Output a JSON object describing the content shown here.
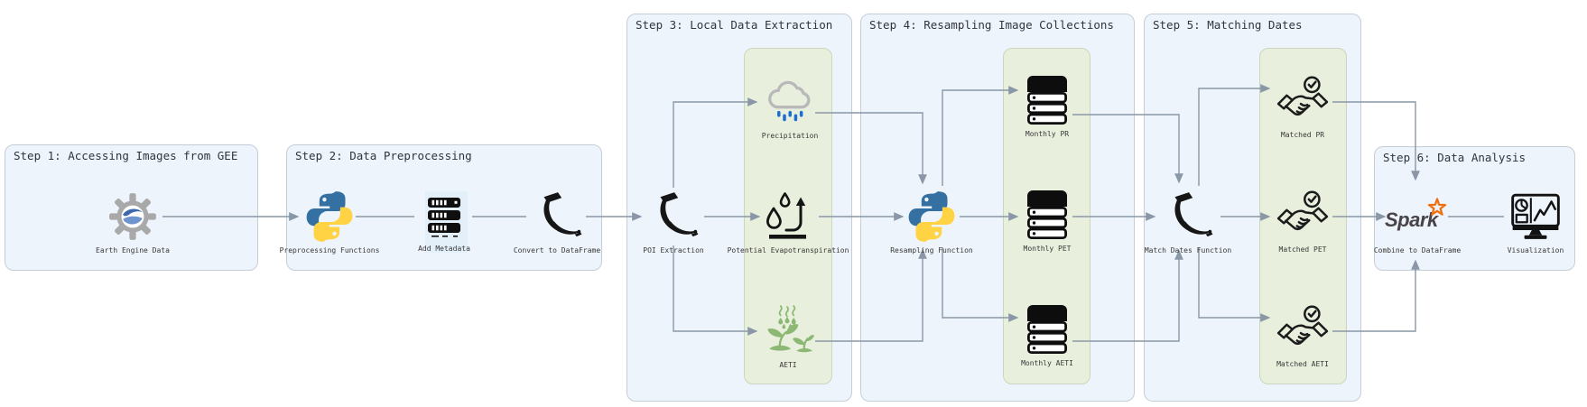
{
  "steps": [
    {
      "id": "step1",
      "title": "Step 1: Accessing Images from GEE"
    },
    {
      "id": "step2",
      "title": "Step 2: Data Preprocessing"
    },
    {
      "id": "step3",
      "title": "Step 3: Local Data Extraction"
    },
    {
      "id": "step4",
      "title": "Step 4: Resampling Image Collections"
    },
    {
      "id": "step5",
      "title": "Step 5: Matching Dates"
    },
    {
      "id": "step6",
      "title": "Step 6: Data Analysis"
    }
  ],
  "nodes": {
    "earth_engine": {
      "label": "Earth Engine Data",
      "icon": "earth-engine-gear-icon"
    },
    "preprocessing": {
      "label": "Preprocessing Functions",
      "icon": "python-icon"
    },
    "add_metadata": {
      "label": "Add Metadata",
      "icon": "metadata-server-icon"
    },
    "convert_dataframe": {
      "label": "Convert to DataFrame",
      "icon": "powder-horn-icon"
    },
    "poi_extraction": {
      "label": "POI Extraction",
      "icon": "powder-horn-icon"
    },
    "precipitation": {
      "label": "Precipitation",
      "icon": "rain-cloud-icon"
    },
    "pet": {
      "label": "Potential Evapotranspiration",
      "icon": "evaporation-droplets-icon"
    },
    "aeti": {
      "label": "AETI",
      "icon": "sprouting-plants-icon"
    },
    "resampling": {
      "label": "Resampling Function",
      "icon": "python-icon"
    },
    "monthly_pr": {
      "label": "Monthly PR",
      "icon": "database-server-icon"
    },
    "monthly_pet": {
      "label": "Monthly PET",
      "icon": "database-server-icon"
    },
    "monthly_aeti": {
      "label": "Monthly AETI",
      "icon": "database-server-icon"
    },
    "match_dates": {
      "label": "Match Dates Function",
      "icon": "powder-horn-icon"
    },
    "matched_pr": {
      "label": "Matched PR",
      "icon": "handshake-check-icon"
    },
    "matched_pet": {
      "label": "Matched PET",
      "icon": "handshake-check-icon"
    },
    "matched_aeti": {
      "label": "Matched AETI",
      "icon": "handshake-check-icon"
    },
    "combine_dataframe": {
      "label": "Combine to DataFrame",
      "icon": "spark-logo-icon",
      "logo_text": "Spark"
    },
    "visualization": {
      "label": "Visualization",
      "icon": "monitor-charts-icon"
    }
  },
  "panels": [
    {
      "step": "step3",
      "items": [
        "precipitation",
        "pet",
        "aeti"
      ]
    },
    {
      "step": "step4",
      "items": [
        "monthly_pr",
        "monthly_pet",
        "monthly_aeti"
      ]
    },
    {
      "step": "step5",
      "items": [
        "matched_pr",
        "matched_pet",
        "matched_aeti"
      ]
    }
  ],
  "colors": {
    "background": "#ffffff",
    "step_box_fill": "#eef4fb",
    "step_box_border": "#c5cdd9",
    "panel_fill": "#e9efdd",
    "panel_border": "#ccd5bd",
    "metadata_tile_fill": "#e3f0fa",
    "arrow": "#8a97a7",
    "title_text": "#2f353b",
    "label_text": "#383838",
    "python_blue": "#3470a2",
    "python_yellow": "#ffd343",
    "rain_blue": "#1c6ed2",
    "cloud_gray": "#b9b9b9",
    "plant_green": "#8cb874",
    "spark_orange": "#ee7214",
    "spark_text": "#474349",
    "gear_gray": "#a9a9a9",
    "swirl_blue_dark": "#3e68ae",
    "swirl_blue_light": "#6e94cd",
    "icon_black": "#141414"
  }
}
